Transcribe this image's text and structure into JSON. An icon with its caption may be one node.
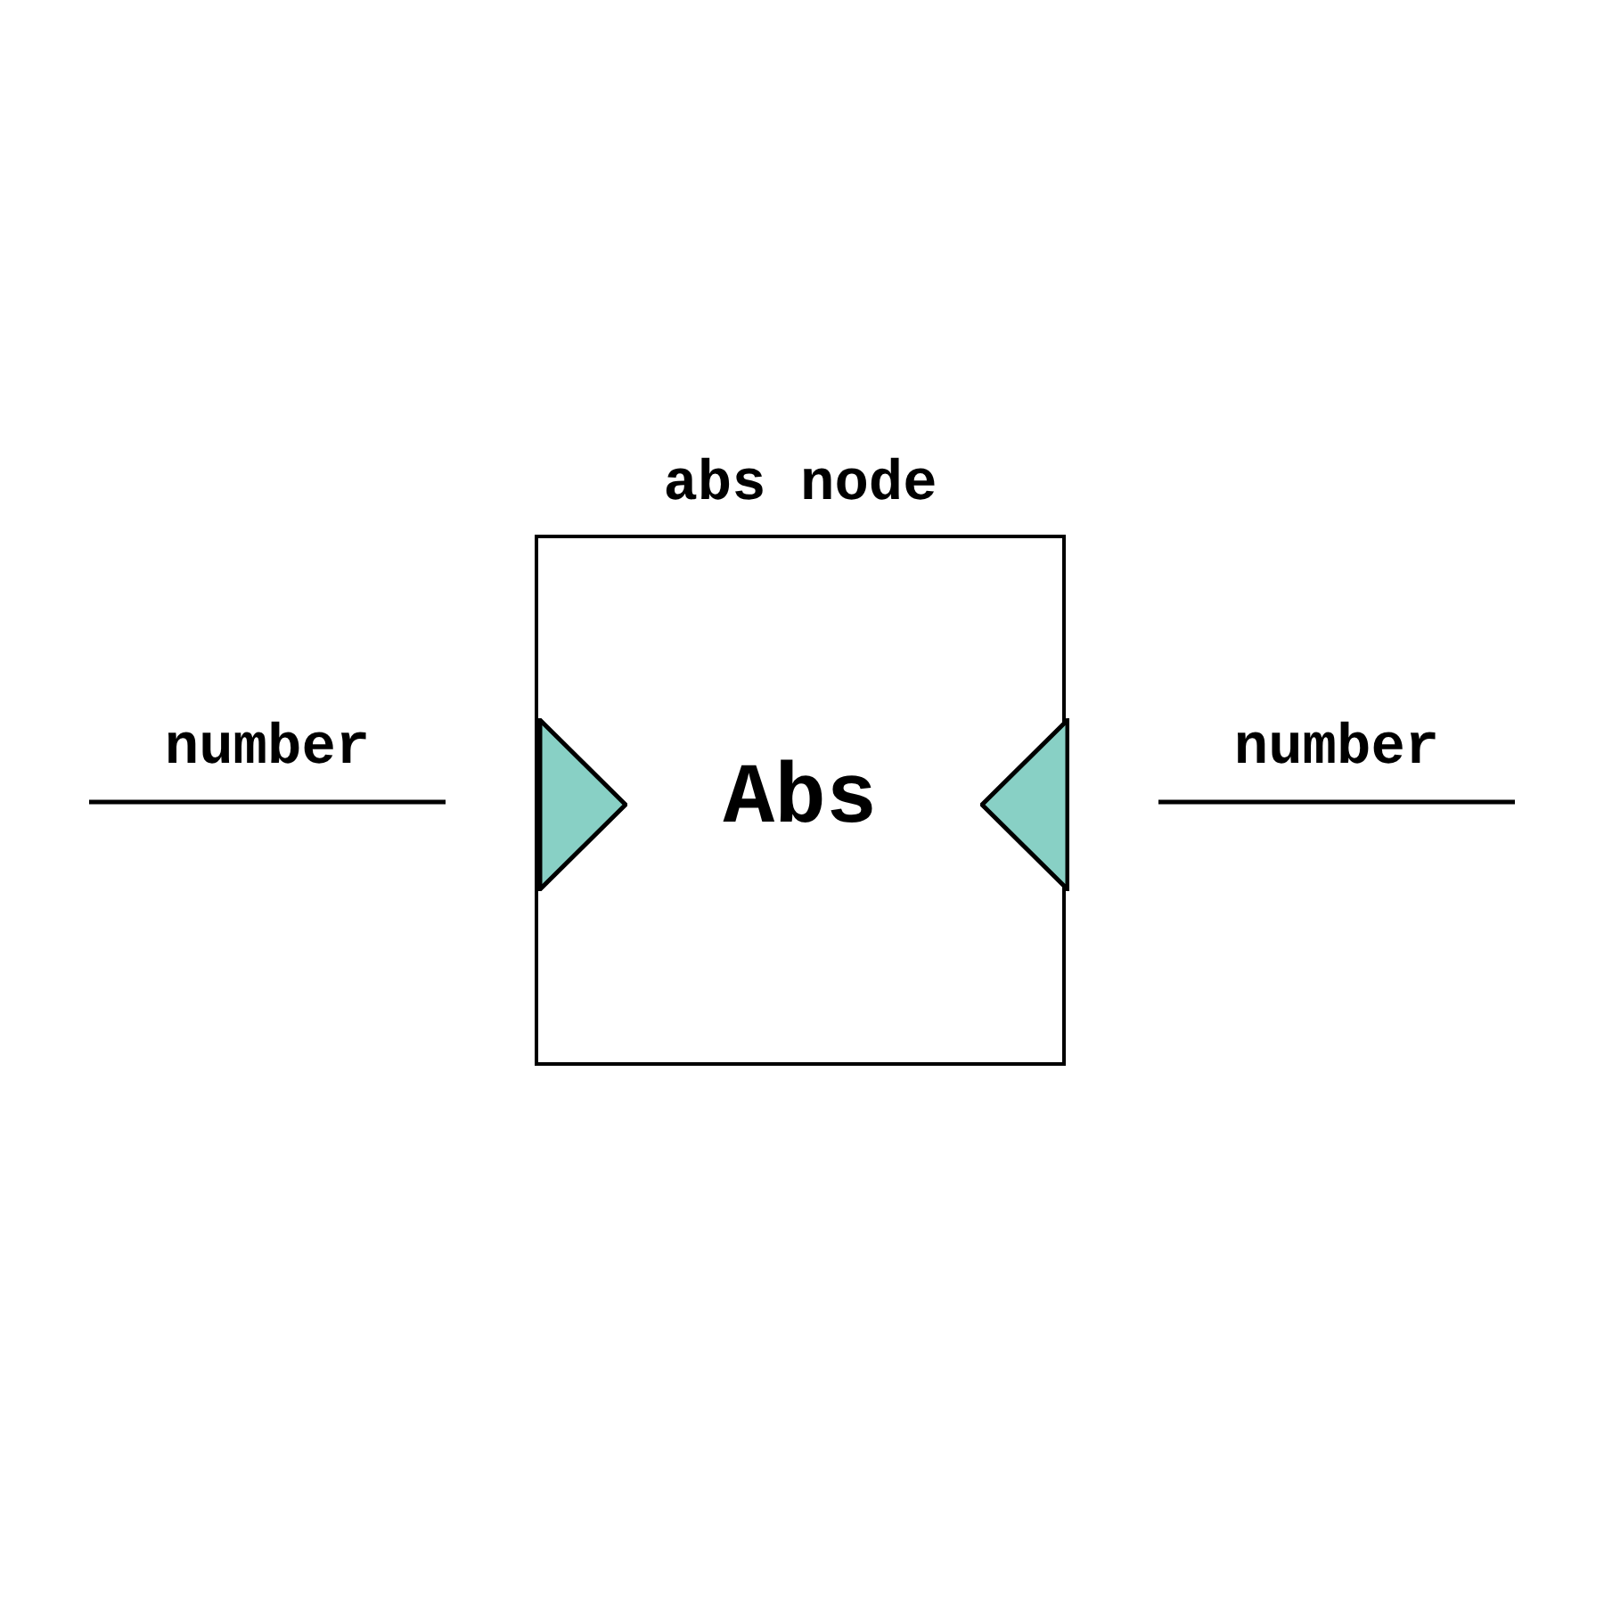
{
  "diagram": {
    "nodes": [
      {
        "text": [
          "abs node",
          "Abs"
        ]
      },
      {
        "text": [],
        "shape": "triangle",
        "in": 0
      },
      {
        "text": [],
        "shape": "triangle",
        "in": 0
      }
    ],
    "labels": [
      "number",
      "number"
    ]
  }
}
